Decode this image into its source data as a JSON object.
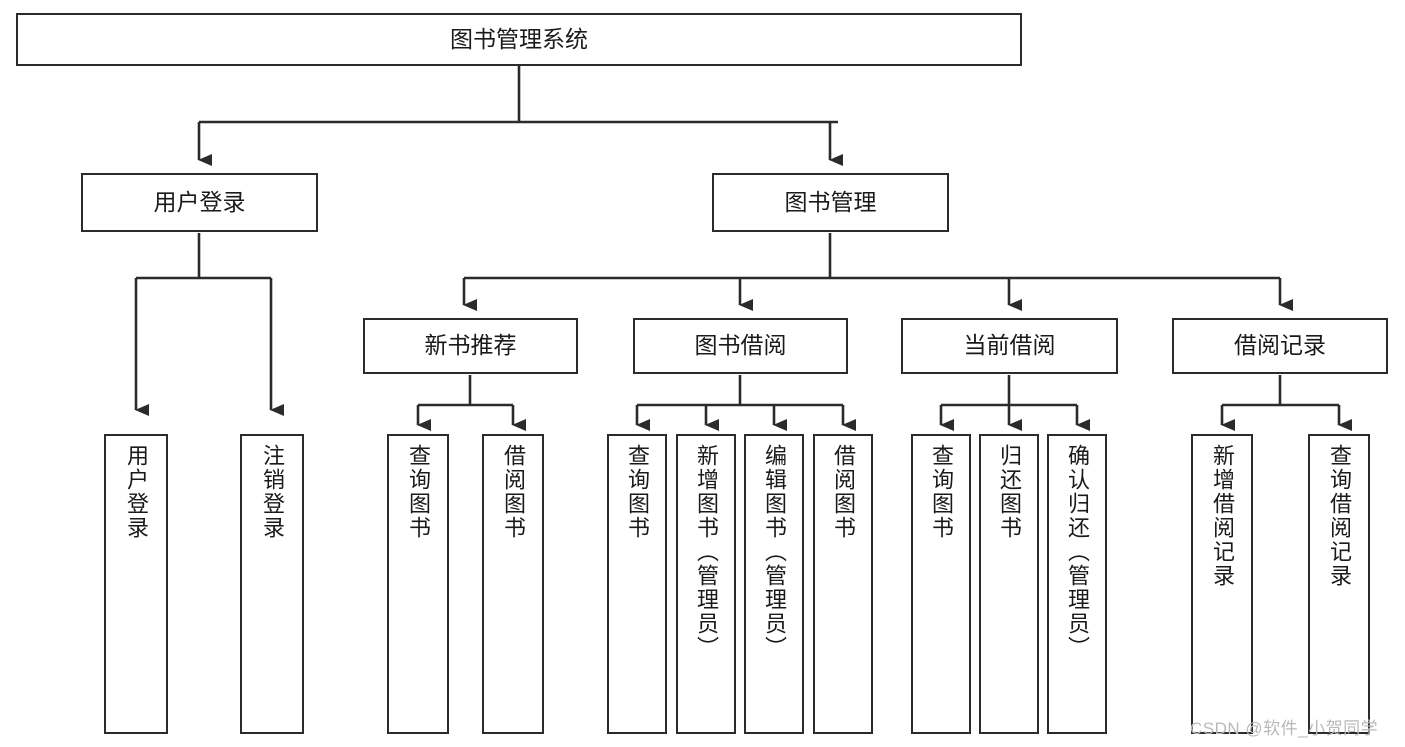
{
  "diagram": {
    "type": "tree",
    "title": "图书管理系统",
    "root": {
      "id": "root",
      "label": "图书管理系统"
    },
    "level2": [
      {
        "id": "user-login",
        "label": "用户登录"
      },
      {
        "id": "book-manage",
        "label": "图书管理"
      }
    ],
    "level3": [
      {
        "id": "new-book-rec",
        "label": "新书推荐"
      },
      {
        "id": "book-borrow",
        "label": "图书借阅"
      },
      {
        "id": "current-borrow",
        "label": "当前借阅"
      },
      {
        "id": "borrow-record",
        "label": "借阅记录"
      }
    ],
    "leaves": [
      {
        "id": "leaf-user-login",
        "label": "用户登录",
        "parent": "user-login"
      },
      {
        "id": "leaf-logout",
        "label": "注销登录",
        "parent": "user-login"
      },
      {
        "id": "leaf-query-book-1",
        "label": "查询图书",
        "parent": "new-book-rec"
      },
      {
        "id": "leaf-borrow-book-1",
        "label": "借阅图书",
        "parent": "new-book-rec"
      },
      {
        "id": "leaf-query-book-2",
        "label": "查询图书",
        "parent": "book-borrow"
      },
      {
        "id": "leaf-add-book",
        "label": "新增图书（管理员）",
        "parent": "book-borrow"
      },
      {
        "id": "leaf-edit-book",
        "label": "编辑图书（管理员）",
        "parent": "book-borrow"
      },
      {
        "id": "leaf-borrow-book-2",
        "label": "借阅图书",
        "parent": "book-borrow"
      },
      {
        "id": "leaf-query-book-3",
        "label": "查询图书",
        "parent": "current-borrow"
      },
      {
        "id": "leaf-return-book",
        "label": "归还图书",
        "parent": "current-borrow"
      },
      {
        "id": "leaf-confirm-return",
        "label": "确认归还（管理员）",
        "parent": "current-borrow"
      },
      {
        "id": "leaf-add-record",
        "label": "新增借阅记录",
        "parent": "borrow-record"
      },
      {
        "id": "leaf-query-record",
        "label": "查询借阅记录",
        "parent": "borrow-record"
      }
    ],
    "colors": {
      "stroke": "#2b2b2b",
      "fill": "#ffffff",
      "text": "#1a1a1a",
      "watermark": "#b9b9b9"
    }
  },
  "watermark": {
    "text": "CSDN @软件_小贺同学"
  }
}
